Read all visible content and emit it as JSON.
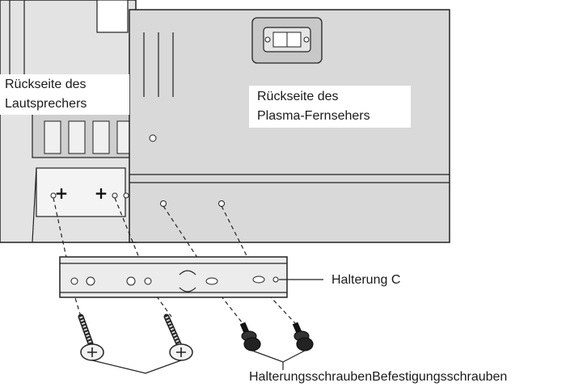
{
  "labels": {
    "speaker_back": [
      "Rückseite des",
      "Lautsprechers"
    ],
    "tv_back": [
      "Rückseite des",
      "Plasma-Fernsehers"
    ],
    "bracket": "Halterung C",
    "screws_bottom": "HalterungsschraubenBefestigungsschrauben"
  },
  "colors": {
    "panel": "#d6d6d6",
    "panel_dark": "#bdbdbd",
    "outline": "#222222",
    "bracket": "#e8e8e8",
    "screw": "#333333"
  }
}
